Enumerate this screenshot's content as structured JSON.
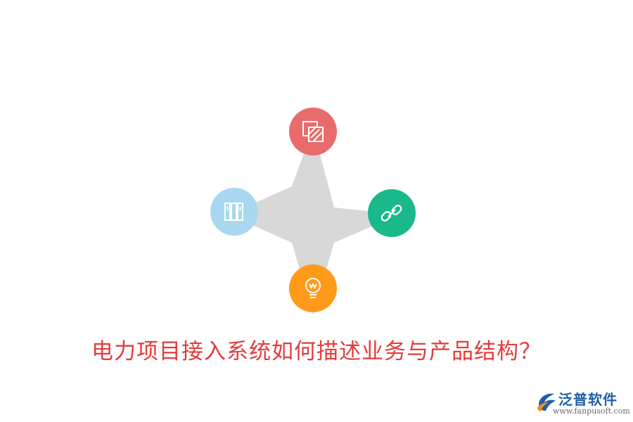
{
  "diagram": {
    "nodes": [
      {
        "id": "top",
        "color": "#e96b6b",
        "icon": "striped-squares-icon"
      },
      {
        "id": "left",
        "color": "#a9d7ef",
        "icon": "books-icon"
      },
      {
        "id": "right",
        "color": "#19b98a",
        "icon": "link-icon"
      },
      {
        "id": "bottom",
        "color": "#ff9a1a",
        "icon": "lightbulb-icon"
      }
    ],
    "star_color": "#d8d8d8"
  },
  "caption": "电力项目接入系统如何描述业务与产品结构？",
  "caption_color": "#e43b3b",
  "brand": {
    "name": "泛普软件",
    "url": "www.fanpusoft.com",
    "color": "#1f5fa9",
    "logo": "fanpu-logo-icon"
  }
}
